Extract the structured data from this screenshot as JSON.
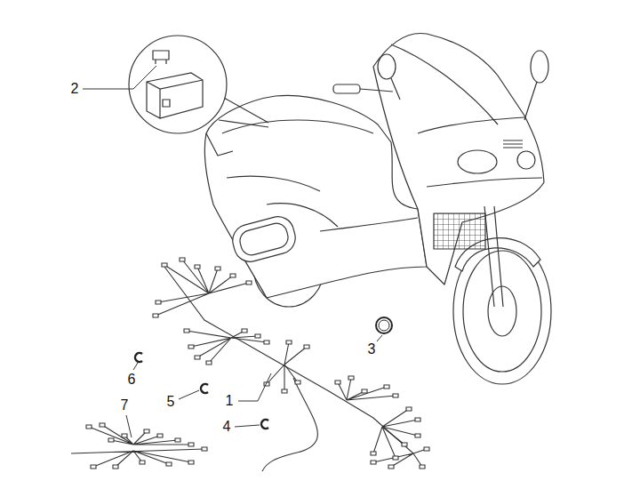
{
  "diagram": {
    "labels": [
      "2",
      "3",
      "6",
      "5",
      "1",
      "7",
      "4"
    ]
  }
}
